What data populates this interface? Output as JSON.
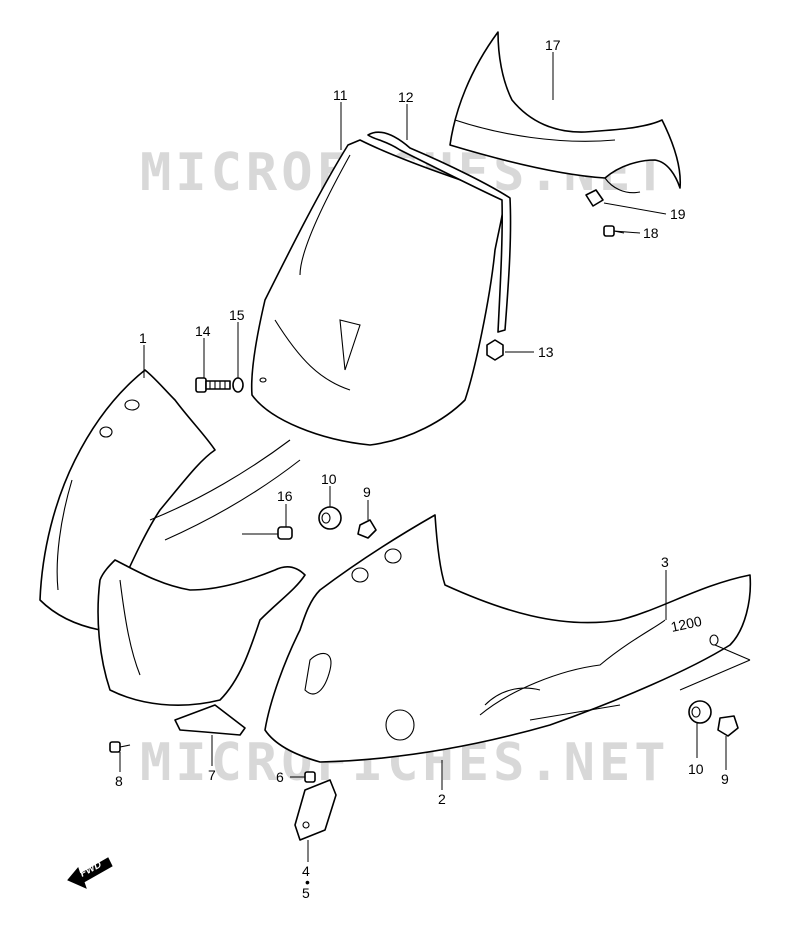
{
  "watermark": {
    "text": "MICROFICHES.NET"
  },
  "direction_label": "FWD",
  "badge_text": "1200",
  "callouts": [
    {
      "id": "c1",
      "label": "1"
    },
    {
      "id": "c2",
      "label": "2"
    },
    {
      "id": "c3",
      "label": "3"
    },
    {
      "id": "c45",
      "label": "4"
    },
    {
      "id": "c5",
      "label": "5"
    },
    {
      "id": "c6",
      "label": "6"
    },
    {
      "id": "c7",
      "label": "7"
    },
    {
      "id": "c8",
      "label": "8"
    },
    {
      "id": "c9a",
      "label": "9"
    },
    {
      "id": "c9b",
      "label": "9"
    },
    {
      "id": "c10a",
      "label": "10"
    },
    {
      "id": "c10b",
      "label": "10"
    },
    {
      "id": "c11",
      "label": "11"
    },
    {
      "id": "c12",
      "label": "12"
    },
    {
      "id": "c13",
      "label": "13"
    },
    {
      "id": "c14",
      "label": "14"
    },
    {
      "id": "c15",
      "label": "15"
    },
    {
      "id": "c16",
      "label": "16"
    },
    {
      "id": "c17",
      "label": "17"
    },
    {
      "id": "c18",
      "label": "18"
    },
    {
      "id": "c19",
      "label": "19"
    }
  ]
}
